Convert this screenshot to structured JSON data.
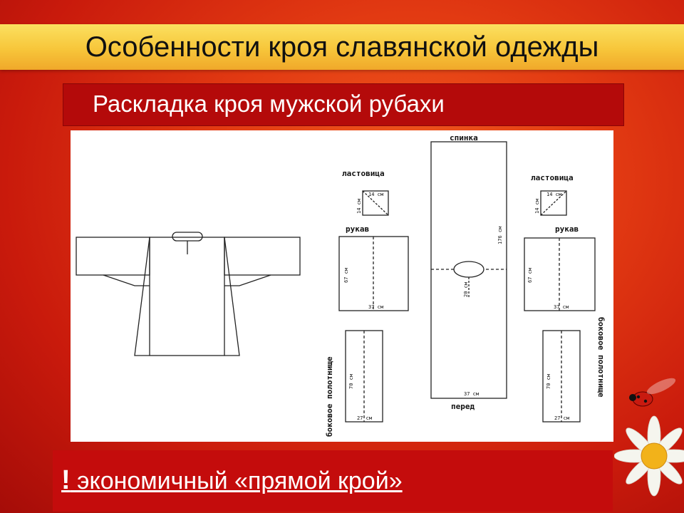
{
  "slide": {
    "title": "Особенности кроя славянской одежды",
    "subtitle": "Раскладка кроя мужской рубахи",
    "note_mark": "!",
    "note_text": " экономичный «прямой крой»"
  },
  "diagram": {
    "labels": {
      "gusset_left": "ластовица",
      "gusset_right": "ластовица",
      "sleeve_left": "рукав",
      "sleeve_right": "рукав",
      "back": "спинка",
      "front": "перед",
      "side_left": "боковое полотнище",
      "side_right": "боковое полотнище"
    },
    "measures": {
      "gusset_side_left": "14 см",
      "gusset_top_left": "14 см",
      "gusset_side_right": "14 см",
      "gusset_top_right": "14 см",
      "sleeve_height_left": "67 см",
      "sleeve_width_left": "37 см",
      "sleeve_height_right": "67 см",
      "sleeve_width_right": "37 см",
      "body_length": "176 см",
      "neck_depth": "20 см",
      "body_width": "37 см",
      "side_height_left": "70 см",
      "side_width_left": "27 см",
      "side_height_right": "70 см",
      "side_width_right": "27 см"
    }
  },
  "colors": {
    "background": "#d82a10",
    "title_bar": "#f7c63a",
    "subtitle_bar": "#b40a0a",
    "bottom_bar": "#c40c0c"
  }
}
